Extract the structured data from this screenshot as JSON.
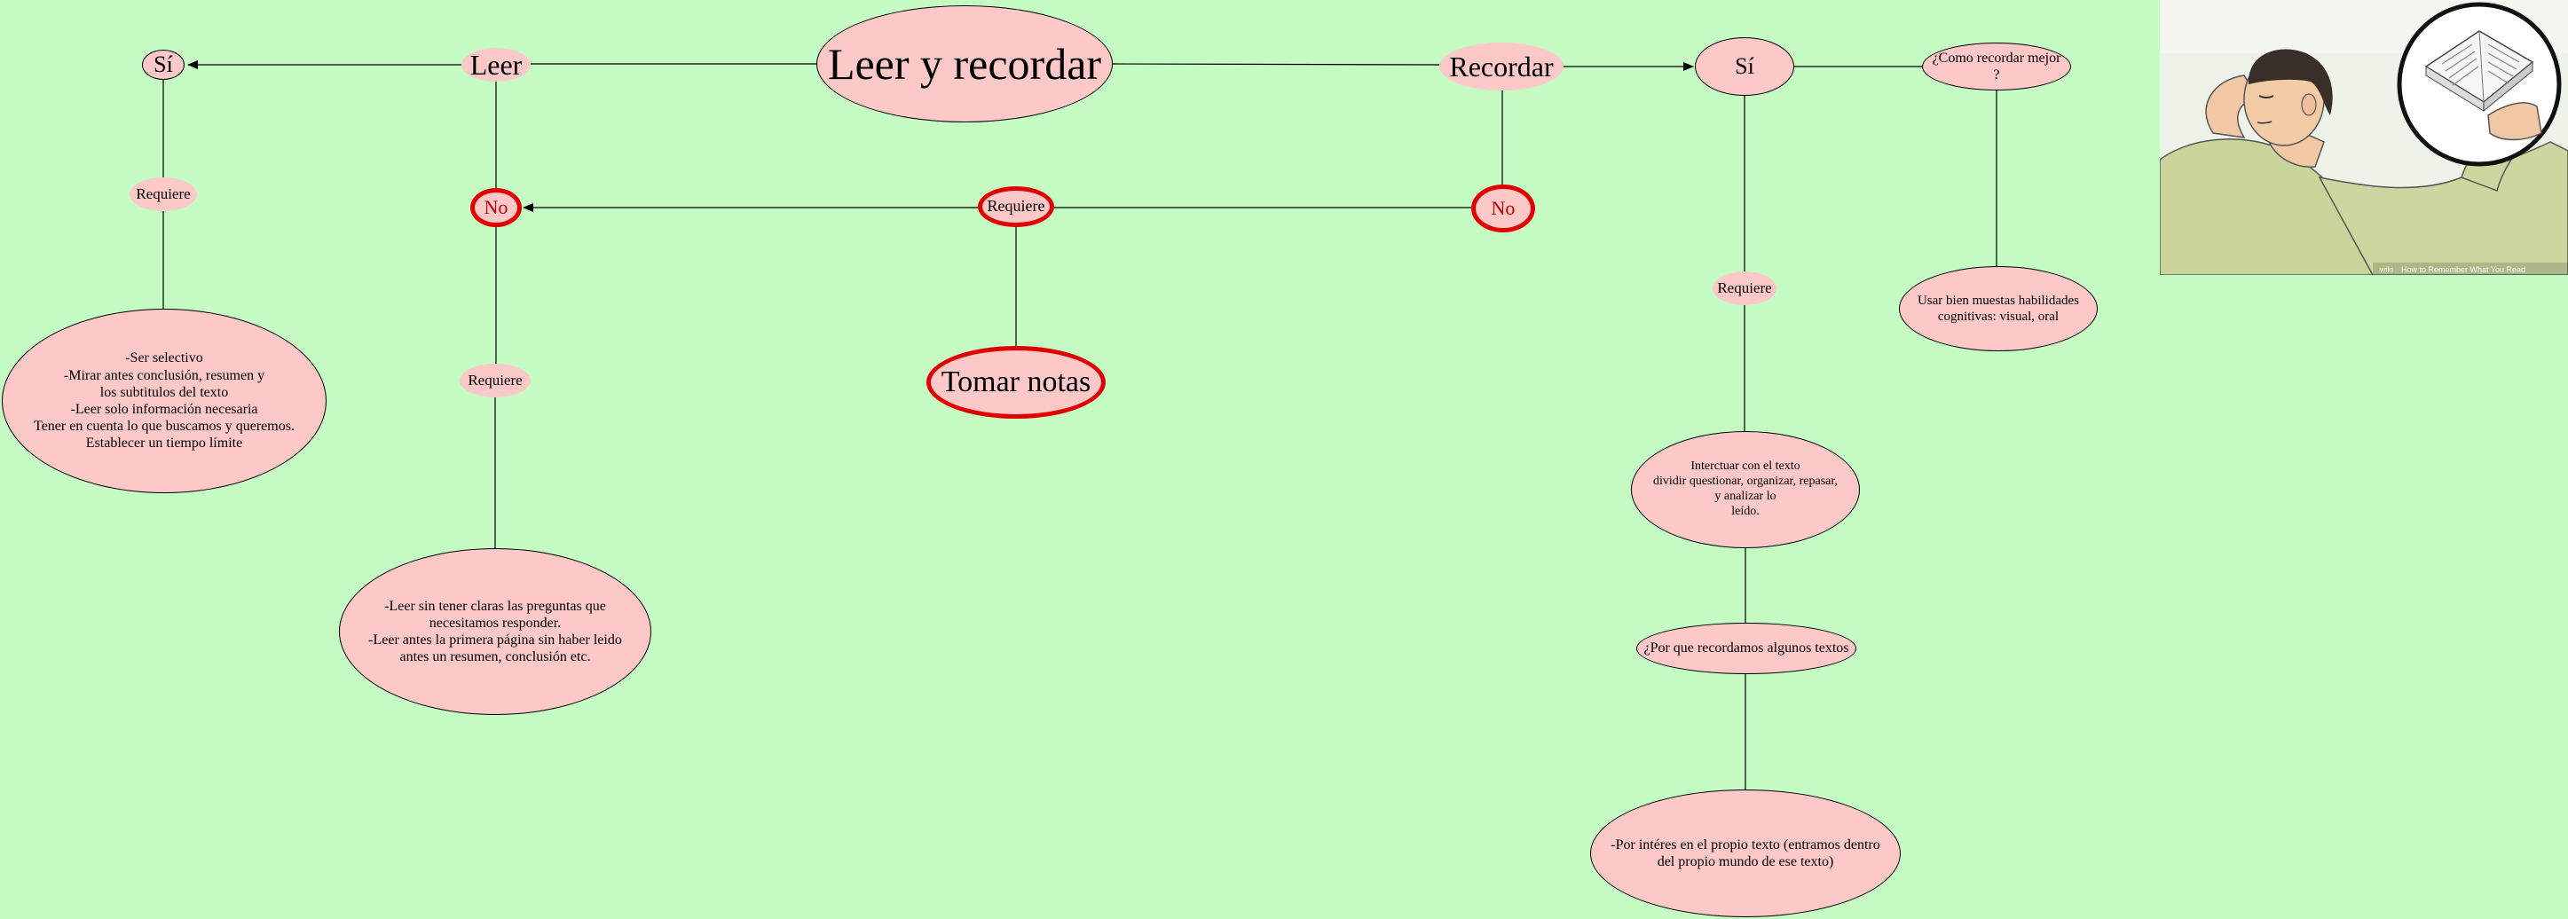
{
  "nodes": {
    "main": "Leer y recordar",
    "leer": "Leer",
    "si_left": "Sí",
    "recordar": "Recordar",
    "si_right": "Sí",
    "como": "¿Como recordar mejor ?",
    "req_si": "Requiere",
    "no_left": "No",
    "req_center": "Requiere",
    "no_right": "No",
    "req_no": "Requiere",
    "req_right": "Requiere",
    "tomar": "Tomar notas",
    "usar": [
      "Usar bien muestas habilidades",
      "cognitivas: visual, oral"
    ],
    "ser": [
      "-Ser selectivo",
      "-Mirar antes conclusión, resumen y",
      "los subtitulos del texto",
      "-Leer solo información necesaria",
      "Tener en cuenta lo que buscamos y queremos.",
      "Establecer un tiempo límite"
    ],
    "leersin": [
      "-Leer sin tener claras las preguntas que",
      "necesitamos responder.",
      "-Leer antes la primera página sin haber leido",
      "antes un resumen, conclusión etc."
    ],
    "interactuar": [
      "Interctuar con el texto",
      "dividir questionar, organizar, repasar,",
      "y analizar lo",
      "leído."
    ],
    "porque": "¿Por que recordamos algunos textos",
    "porinteres": [
      "-Por intéres en el propio texto (entramos dentro",
      "del propio mundo de ese texto)"
    ]
  },
  "thumbnail": {
    "caption": "How to Remember What You Read",
    "brand": "wiki"
  },
  "colors": {
    "background": "#c4fcc4",
    "node_fill": "#fcc8c8",
    "highlight_border": "#e00000"
  }
}
